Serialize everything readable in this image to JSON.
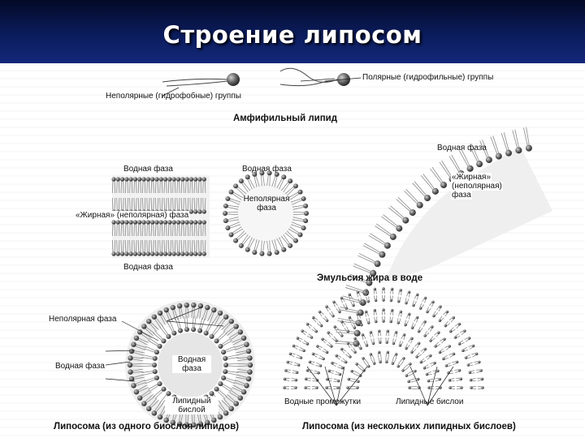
{
  "slide": {
    "title": "Строение липосом"
  },
  "labels": {
    "nonpolar_groups": "Неполярные (гидрофобные) группы",
    "polar_groups": "Полярные (гидрофильные) группы",
    "amphiphilic_lipid": "Амфифильный липид",
    "water_phase": "Водная фаза",
    "fat_phase": "«Жирная» (неполярная) фаза",
    "fat_phase_line1": "«Жирная»",
    "fat_phase_line2": "(неполярная)",
    "fat_phase_line3": "фаза",
    "nonpolar_phase_line1": "Неполярная",
    "nonpolar_phase_line2": "фаза",
    "emulsion": "Эмульсия жира в воде",
    "nonpolar_phase": "Неполярная фаза",
    "water_line1": "Водная",
    "water_line2": "фаза",
    "lipid_bilayer_line1": "Липидный",
    "lipid_bilayer_line2": "бислой",
    "water_gaps": "Водные промежутки",
    "lipid_bilayers": "Липидные бислои",
    "liposome_single": "Липосома (из одного биослоя липидов)",
    "liposome_multi": "Липосома (из нескольких липидных бислоев)"
  },
  "colors": {
    "header_top": "#030a26",
    "header_bottom": "#14287a",
    "title": "#ffffff",
    "head": "#555555",
    "tail": "#8a8a8a"
  }
}
